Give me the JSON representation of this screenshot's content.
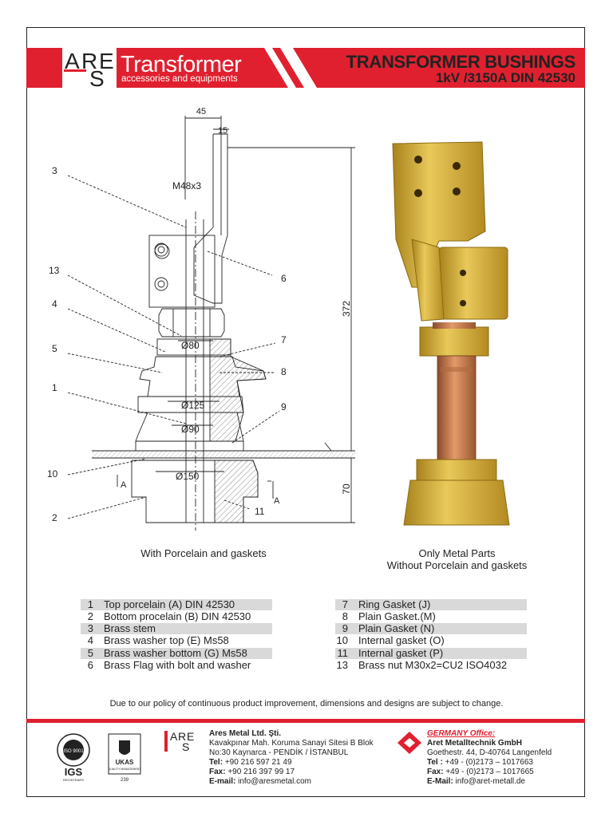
{
  "header": {
    "logo_letters": [
      "A",
      "R",
      "E",
      "S"
    ],
    "brand": "Transformer",
    "brand_sub": "accessories and equipments",
    "title": "TRANSFORMER BUSHINGS",
    "subtitle": "1kV /3150A  DIN 42530",
    "accent_color": "#e0202f"
  },
  "drawing": {
    "dims": {
      "d45": "45",
      "d15": "15",
      "thread": "M48x3",
      "d80": "Ø80",
      "d125": "Ø125",
      "d90": "Ø90",
      "d150": "Ø150",
      "h372": "372",
      "h70": "70",
      "sectionA1": "A",
      "sectionA2": "A"
    },
    "callouts": [
      "3",
      "13",
      "4",
      "5",
      "1",
      "10",
      "2",
      "6",
      "7",
      "8",
      "9",
      "11"
    ]
  },
  "captions": {
    "left": "With Porcelain and gaskets",
    "right_line1": "Only Metal Parts",
    "right_line2": "Without Porcelain and gaskets"
  },
  "parts_left": [
    {
      "num": "1",
      "text": "Top porcelain (A) DIN 42530"
    },
    {
      "num": "2",
      "text": "Bottom procelain (B) DIN 42530"
    },
    {
      "num": "3",
      "text": "Brass stem"
    },
    {
      "num": "4",
      "text": "Brass washer top (E) Ms58"
    },
    {
      "num": "5",
      "text": "Brass washer bottom (G) Ms58"
    },
    {
      "num": "6",
      "text": "Brass Flag with bolt and washer"
    }
  ],
  "parts_right": [
    {
      "num": "7",
      "text": "Ring Gasket (J)"
    },
    {
      "num": "8",
      "text": "Plain Gasket.(M)"
    },
    {
      "num": "9",
      "text": "Plain Gasket (N)"
    },
    {
      "num": "10",
      "text": "Internal gasket (O)"
    },
    {
      "num": "11",
      "text": "Internal gasket (P)"
    },
    {
      "num": "13",
      "text": "Brass nut M30x2=CU2 ISO4032"
    }
  ],
  "disclaimer": "Due to our policy of continuous product improvement, dimensions and designs are subject to change.",
  "footer": {
    "cert1_text": "ISO 9001",
    "cert1_label": "IGS",
    "cert1_sub": "REGISTRARS",
    "cert2_label": "UKAS",
    "cert2_sub": "QUALITY MANAGEMENT",
    "cert2_num": "239",
    "company": {
      "name": "Ares Metal Ltd. Şti.",
      "addr1": "Kavakpınar Mah. Koruma Sanayi Sitesi B Blok",
      "addr2": "No:30 Kaynarca - PENDİK / İSTANBUL",
      "tel_label": "Tel:",
      "tel": " +90 216 597 21 49",
      "fax_label": "Fax:",
      "fax": " +90 216 397 99 17",
      "email_label": "E-mail:",
      "email": " info@aresmetal.com"
    },
    "germany": {
      "office": "GERMANY Office:",
      "name": "Aret Metalltechnik GmbH",
      "addr": "Goethestr. 44, D-40764 Langenfeld",
      "tel_label": "Tel :",
      "tel": " +49 - (0)2173 – 1017663",
      "fax_label": "Fax:",
      "fax": " +49 - (0)2173 – 1017665",
      "email_label": "E-Mail:",
      "email": " info@aret-metall.de"
    }
  }
}
